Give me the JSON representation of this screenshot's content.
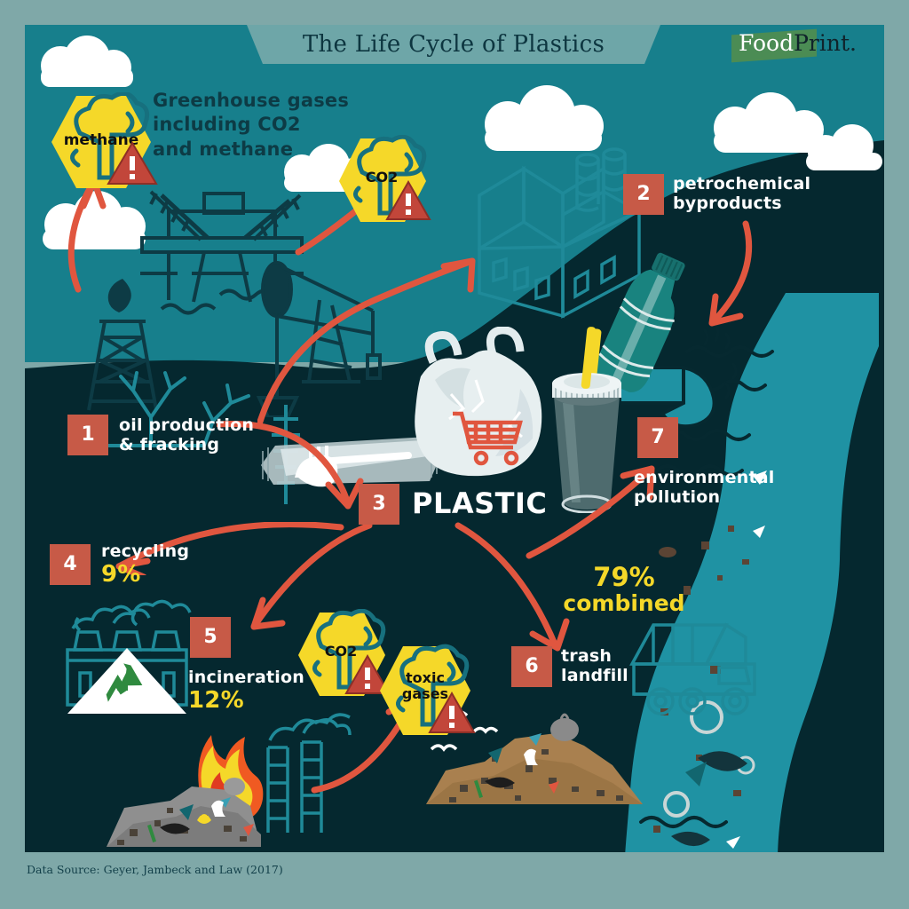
{
  "header": {
    "title": "The Life Cycle of Plastics",
    "logo_food": "Food",
    "logo_print": "Print."
  },
  "annotations": {
    "greenhouse": "Greenhouse gases\nincluding CO2\nand methane",
    "greenhouse_l1": "Greenhouse gases",
    "greenhouse_l2": "including CO2",
    "greenhouse_l3": "and methane",
    "combined_pct": "79%",
    "combined_label": "combined"
  },
  "badges": {
    "methane": "methane",
    "co2_top": "CO2",
    "co2_incin": "CO2",
    "toxic_l1": "toxic",
    "toxic_l2": "gases",
    "warning": "!"
  },
  "steps": [
    {
      "number": "1",
      "label_l1": "oil production",
      "label_l2": "& fracking",
      "percent": ""
    },
    {
      "number": "2",
      "label_l1": "petrochemical",
      "label_l2": "byproducts",
      "percent": ""
    },
    {
      "number": "3",
      "label_l1": "PLASTIC",
      "label_l2": "",
      "percent": ""
    },
    {
      "number": "4",
      "label_l1": "recycling",
      "label_l2": "",
      "percent": "9%"
    },
    {
      "number": "5",
      "label_l1": "incineration",
      "label_l2": "",
      "percent": "12%"
    },
    {
      "number": "6",
      "label_l1": "trash",
      "label_l2": "landfill",
      "percent": ""
    },
    {
      "number": "7",
      "label_l1": "environmental",
      "label_l2": "pollution",
      "percent": ""
    }
  ],
  "footer": {
    "source": "Data Source: Geyer, Jambeck and Law (2017)"
  },
  "colors": {
    "frame": "#7fa8a8",
    "sky": "#177f8c",
    "ground": "#05282f",
    "banner": "#6ea6a8",
    "accent_red": "#e0563f",
    "badge_red": "#c75a47",
    "yellow": "#f5d829",
    "teal_line": "#1f8a99",
    "river": "#1f92a3",
    "dark_text": "#0d3b45",
    "white": "#ffffff",
    "green_logo": "#4b8c54",
    "bottle_green": "#19837f",
    "landfill_brown": "#a9804f",
    "ash_gray": "#8a8a8a",
    "flame_orange": "#f05a22"
  },
  "chart_data": {
    "type": "pie",
    "title": "Fate of plastic waste",
    "categories": [
      "recycling",
      "incineration",
      "landfill + environmental pollution (combined)"
    ],
    "values": [
      9,
      12,
      79
    ],
    "unit": "%",
    "annotations": [
      "9%",
      "12%",
      "79% combined"
    ],
    "source": "Geyer, Jambeck and Law (2017)"
  }
}
